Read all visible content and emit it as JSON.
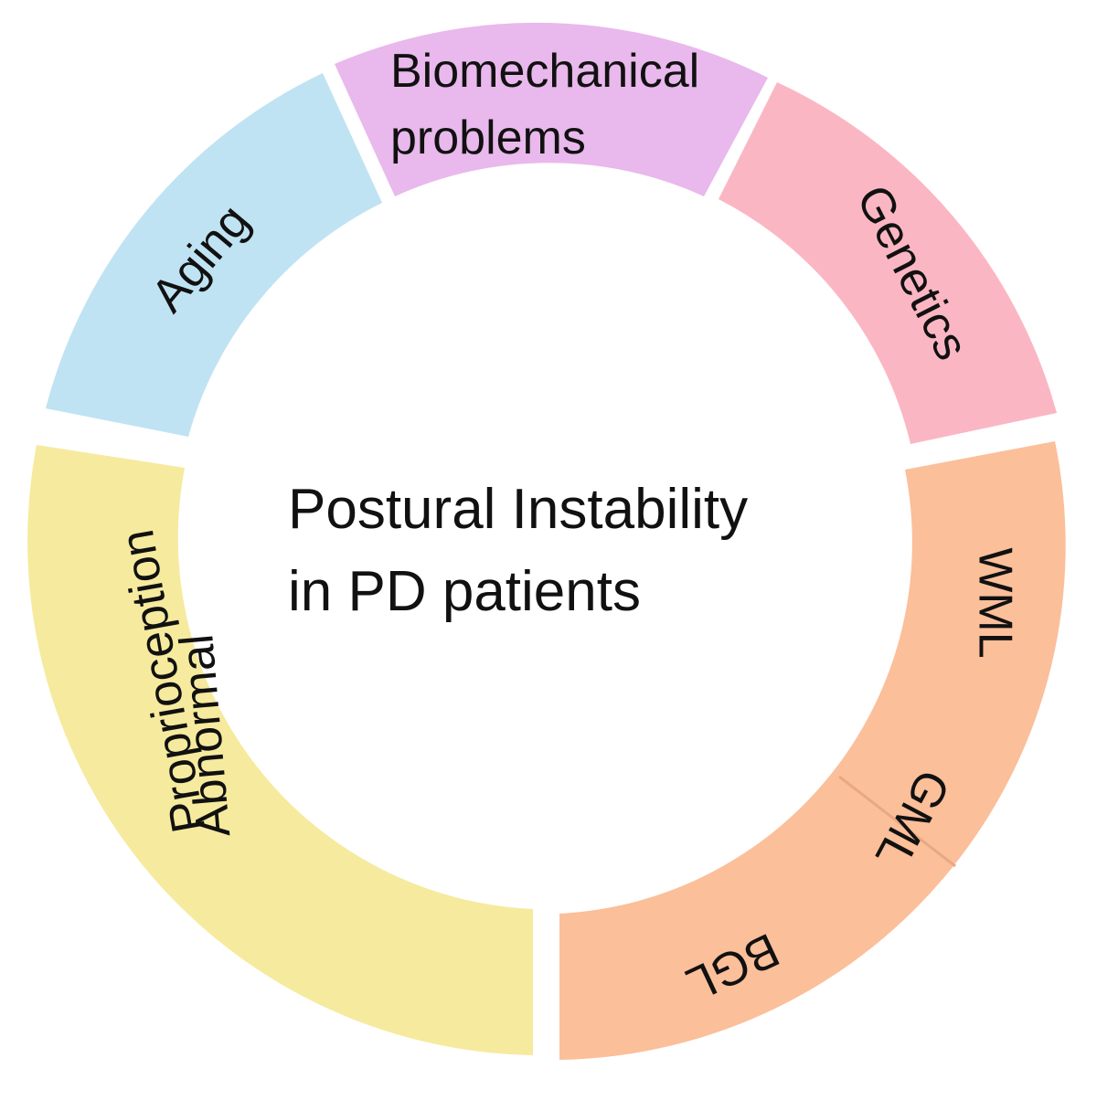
{
  "diagram": {
    "center": {
      "line1": "Postural Instability",
      "line2": "in PD patients"
    },
    "segments": {
      "aging": {
        "label": "Aging",
        "color": "#bfe3f2"
      },
      "biomechanical": {
        "line1": "Biomechanical",
        "line2": "problems",
        "color": "#e9b8ec"
      },
      "genetics": {
        "label": "Genetics",
        "color": "#fbb6c4"
      },
      "lesions": {
        "color": "#fbbf9a",
        "wml": "WML",
        "gml": "GML",
        "bgl": "BGL"
      },
      "proprioception": {
        "line1": "Abnormal",
        "line2": "Proprioception",
        "color": "#f6ea9e"
      }
    }
  }
}
